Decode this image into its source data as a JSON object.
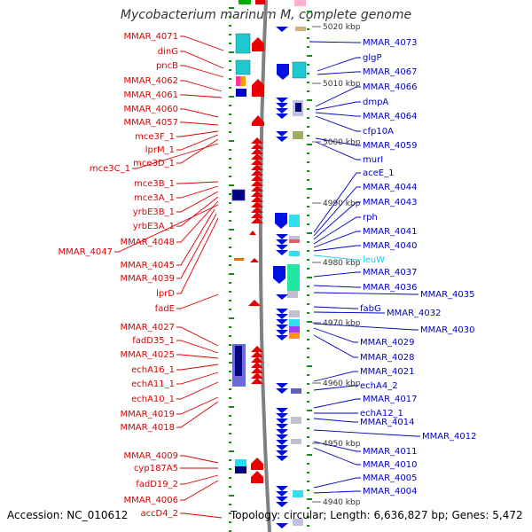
{
  "title": "Mycobacterium marinum M, complete genome",
  "footer": {
    "accession": "Accession: NC_010612",
    "info": "Topology: circular; Length: 6,636,827 bp; Genes: 5,472"
  },
  "colors": {
    "left_label": "#e00000",
    "right_label": "#0000c8",
    "trna_label": "#26c6ee",
    "backbone": "#808080",
    "tick": "#1a8a1a"
  },
  "kbp_ticks": [
    "5020 kbp",
    "5010 kbp",
    "5000 kbp",
    "4990 kbp",
    "4980 kbp",
    "4970 kbp",
    "4960 kbp",
    "4950 kbp",
    "4940 kbp"
  ],
  "left_labels": [
    "MMAR_4071",
    "dinG",
    "pncB",
    "MMAR_4062",
    "MMAR_4061",
    "MMAR_4060",
    "MMAR_4057",
    "mce3F_1",
    "lprM_1",
    "mce3D_1",
    "mce3C_1",
    "mce3B_1",
    "mce3A_1",
    "yrbE3B_1",
    "yrbE3A_1",
    "MMAR_4048",
    "MMAR_4047",
    "MMAR_4045",
    "MMAR_4039",
    "lprD",
    "fadE",
    "MMAR_4027",
    "fadD35_1",
    "MMAR_4025",
    "echA16_1",
    "echA11_1",
    "echA10_1",
    "MMAR_4019",
    "MMAR_4018",
    "MMAR_4009",
    "cyp187A5",
    "fadD19_2",
    "MMAR_4006",
    "accD4_2"
  ],
  "right_labels": [
    "MMAR_4073",
    "glgP",
    "MMAR_4067",
    "MMAR_4066",
    "dmpA",
    "MMAR_4064",
    "cfp10A",
    "MMAR_4059",
    "murI",
    "aceE_1",
    "MMAR_4044",
    "MMAR_4043",
    "rph",
    "MMAR_4041",
    "MMAR_4040",
    "leuW",
    "MMAR_4037",
    "MMAR_4036",
    "MMAR_4035",
    "fabG",
    "MMAR_4032",
    "MMAR_4030",
    "MMAR_4029",
    "MMAR_4028",
    "MMAR_4021",
    "echA4_2",
    "MMAR_4017",
    "echA12_1",
    "MMAR_4014",
    "MMAR_4012",
    "MMAR_4011",
    "MMAR_4010",
    "MMAR_4005",
    "MMAR_4004"
  ]
}
